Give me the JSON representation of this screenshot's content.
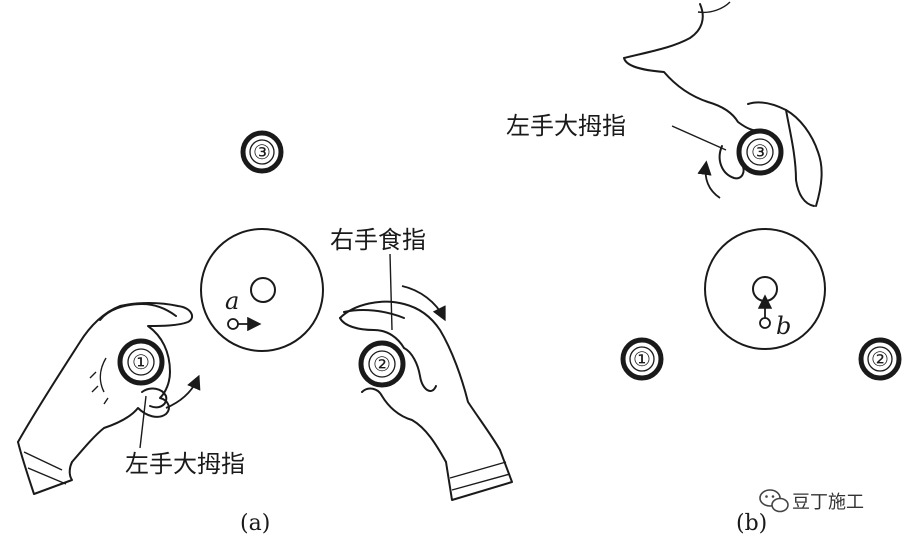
{
  "panel_a": {
    "caption": "(a)",
    "label_right_index": "右手食指",
    "label_left_thumb": "左手大拇指",
    "point_label": "a",
    "disk_1": "①",
    "disk_2": "②",
    "disk_3": "③"
  },
  "panel_b": {
    "caption": "(b)",
    "label_left_thumb": "左手大拇指",
    "point_label": "b",
    "disk_1": "①",
    "disk_2": "②",
    "disk_3": "③"
  },
  "watermark": {
    "text": "豆丁施工",
    "icon": "wechat-icon"
  }
}
